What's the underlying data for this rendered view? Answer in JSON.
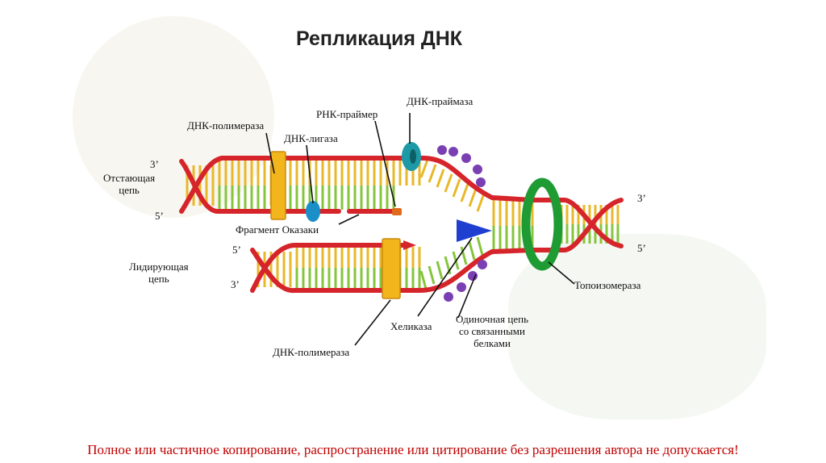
{
  "title": "Репликация ДНК",
  "labels": {
    "dna_polymerase_top": "ДНК-полимераза",
    "dna_ligase": "ДНК-лигаза",
    "rna_primer": "РНК-праймер",
    "dna_primase": "ДНК-праймаза",
    "lagging_3": "3’",
    "lagging_strand": "Отстающая\nцепь",
    "lagging_5": "5’",
    "okazaki_fragment": "Фрагмент Оказаки",
    "leading_5": "5’",
    "leading_strand": "Лидирующая\nцепь",
    "leading_3": "3’",
    "right_3": "3’",
    "right_5": "5’",
    "topoisomerase": "Топоизомераза",
    "helicase": "Хеликаза",
    "single_strand": "Одиночная цепь\nсо связанными\nбелками",
    "dna_polymerase_bottom": "ДНК-полимераза"
  },
  "footer": "Полное или частичное копирование, распространение или цитирование без разрешения автора не допускается!",
  "colors": {
    "backbone": "#d6242b",
    "base_yellow": "#e8b82a",
    "base_green": "#86c43c",
    "polymerase": "#f2b51c",
    "primase": "#1d9aa6",
    "ligase": "#1b8fc8",
    "helicase": "#1f3fd1",
    "topoisomerase": "#1f9b34",
    "ssb_protein": "#7a3fb2",
    "primer": "#e06a1c",
    "footer_text": "#c00000"
  }
}
